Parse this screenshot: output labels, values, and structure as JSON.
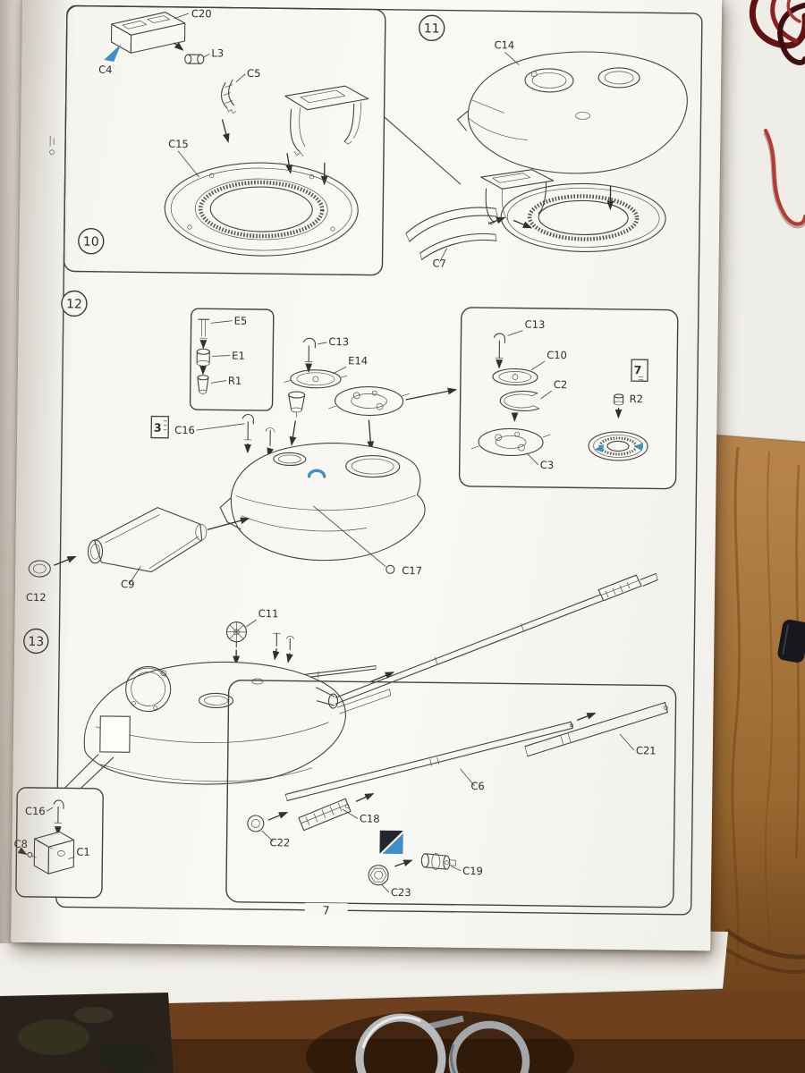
{
  "page_number": "7",
  "steps": {
    "s10": "10",
    "s11": "11",
    "s12": "12",
    "s13": "13"
  },
  "badges": {
    "sprue3": "3",
    "sprue7": "7"
  },
  "labels": {
    "c20": "C20",
    "c4": "C4",
    "l3": "L3",
    "c5": "C5",
    "c15": "C15",
    "c14": "C14",
    "c7": "C7",
    "e5": "E5",
    "e1": "E1",
    "r1": "R1",
    "c13a": "C13",
    "e14": "E14",
    "c16a": "C16",
    "c9": "C9",
    "c12": "C12",
    "c17": "C17",
    "c13b": "C13",
    "c10": "C10",
    "c2": "C2",
    "r2": "R2",
    "c3": "C3",
    "c11": "C11",
    "c21": "C21",
    "c6": "C6",
    "c18": "C18",
    "c22": "C22",
    "c19": "C19",
    "c23": "C23",
    "c16b": "C16",
    "c8": "C8",
    "c1": "C1"
  },
  "colors": {
    "accent_blue": "#3f8fc4",
    "paper": "#f8f7f3",
    "ink": "#45433d",
    "wood": "#b5824a",
    "wire_red": "#8e2020",
    "metal": "#b7b9bc"
  },
  "icons": {
    "c4_pointer": "blue-arrow-icon",
    "turret_clamp": "u-clamp-icon",
    "glue_marker": "glue-symbol-icon"
  }
}
